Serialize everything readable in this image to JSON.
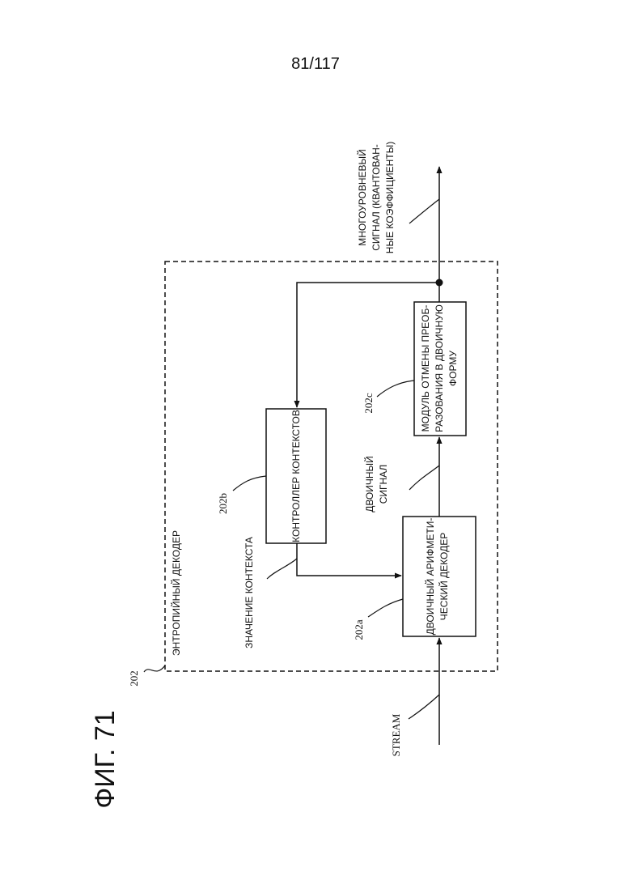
{
  "page_number": "81/117",
  "figure_label": "ФИГ. 71",
  "container": {
    "ref": "202",
    "label": "ЭНТРОПИЙНЫЙ ДЕКОДЕР"
  },
  "blocks": {
    "binary_arithmetic_decoder": {
      "ref": "202a",
      "lines": [
        "ДВОИЧНЫЙ АРИФМЕТИ-",
        "ЧЕСКИЙ ДЕКОДЕР"
      ]
    },
    "context_controller": {
      "ref": "202b",
      "lines": [
        "КОНТРОЛЛЕР КОНТЕКСТОВ"
      ]
    },
    "debinarizer": {
      "ref": "202c",
      "lines": [
        "МОДУЛЬ ОТМЕНЫ ПРЕОБ-",
        "РАЗОВАНИЯ В ДВОИЧНУЮ",
        "ФОРМУ"
      ]
    }
  },
  "signals": {
    "stream": "STREAM",
    "context_value": "ЗНАЧЕНИЕ КОНТЕКСТА",
    "binary_signal": [
      "ДВОИЧНЫЙ",
      "СИГНАЛ"
    ],
    "multilevel_signal": [
      "МНОГОУРОВНЕВЫЙ",
      "СИГНАЛ (КВАНТОВАН-",
      "НЫЕ КОЭФФИЦИЕНТЫ)"
    ]
  }
}
